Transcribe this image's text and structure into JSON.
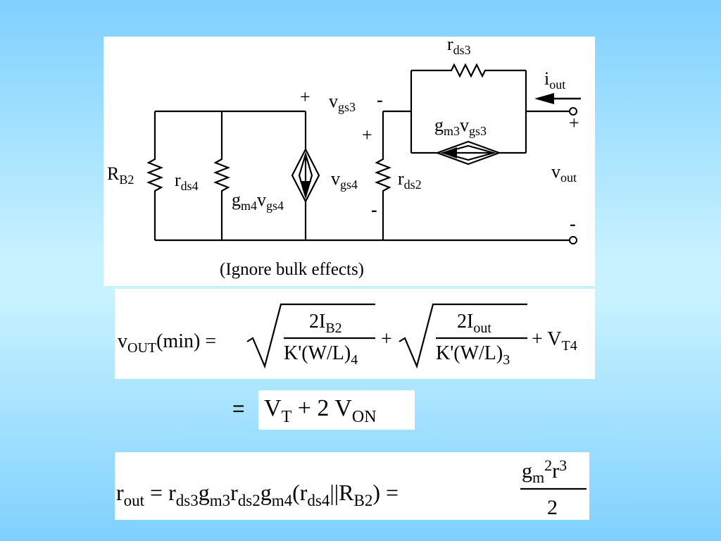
{
  "circuit": {
    "labels": {
      "rds3": "r",
      "rds3_sub": "ds3",
      "iout": "i",
      "iout_sub": "out",
      "plus_top": "+",
      "vgs3": "v",
      "vgs3_sub": "gs3",
      "vgs3_minus": "-",
      "gm3": "g",
      "gm3_sub": "m3",
      "gm3_v": "v",
      "gm3_v_sub": "gs3",
      "plus_right": "+",
      "plus_mid": "+",
      "rb2": "R",
      "rb2_sub": "B2",
      "rds4": "r",
      "rds4_sub": "ds4",
      "gm4": "g",
      "gm4_sub": "m4",
      "gm4_v": "v",
      "gm4_v_sub": "gs4",
      "vgs4": "v",
      "vgs4_sub": "gs4",
      "rds2": "r",
      "rds2_sub": "ds2",
      "vout": "v",
      "vout_sub": "out",
      "minus_mid": "-",
      "minus_right": "-"
    },
    "caption": "(Ignore bulk effects)"
  },
  "eq_vout": {
    "lhs": "v",
    "lhs_sub": "OUT",
    "lhs_arg": "(min) =",
    "num1": "2I",
    "num1_sub": "B2",
    "den1": "K'(W/L)",
    "den1_sub": "4",
    "plus": "+",
    "num2": "2I",
    "num2_sub": "out",
    "den2": "K'(W/L)",
    "den2_sub": "3",
    "plus2": "+ V",
    "vt_sub": "T4"
  },
  "eq_von": {
    "equals": "=",
    "vt": "V",
    "vt_sub": "T",
    "mid": " + 2 V",
    "von_sub": "ON"
  },
  "eq_rout": {
    "lhs": "r",
    "lhs_sub": "out",
    "eq": " = r",
    "s1": "ds3",
    "g1": "g",
    "s2": "m3",
    "r2": "r",
    "s3": "ds2",
    "g2": "g",
    "s4": "m4",
    "p1": "(r",
    "s5": "ds4",
    "par": "||R",
    "s6": "B2",
    "close": ") =",
    "num_g": "g",
    "num_m": "m",
    "num_2": "2",
    "num_r": "r",
    "num_3": "3",
    "den": "2"
  }
}
